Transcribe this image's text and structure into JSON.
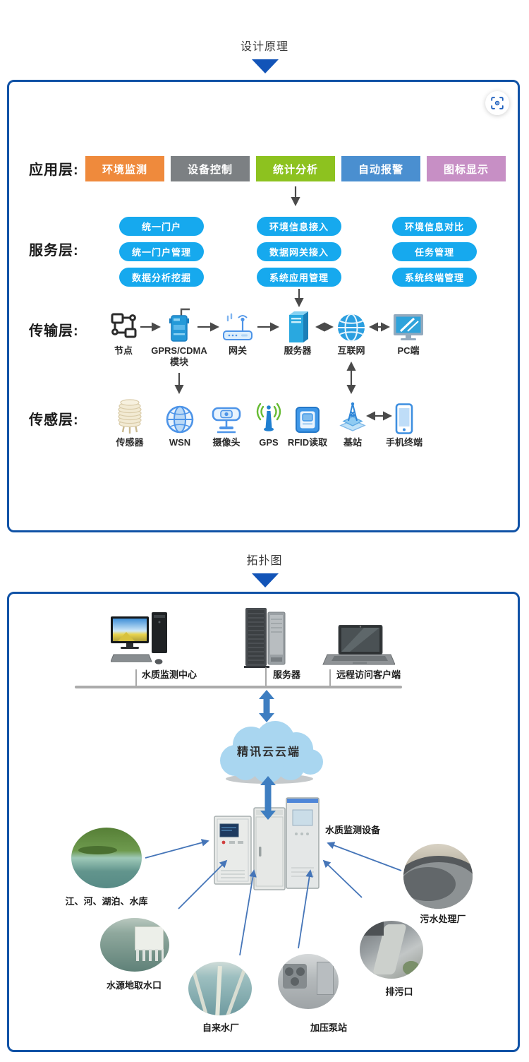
{
  "sections": {
    "design": {
      "title": "设计原理"
    },
    "topology": {
      "title": "拓扑图"
    }
  },
  "design": {
    "application": {
      "label": "应用层:",
      "boxes": [
        {
          "label": "环境监测",
          "color": "#EF8A3C"
        },
        {
          "label": "设备控制",
          "color": "#7C8083"
        },
        {
          "label": "统计分析",
          "color": "#8DC21F"
        },
        {
          "label": "自动报警",
          "color": "#4A8FD0"
        },
        {
          "label": "图标显示",
          "color": "#C78FC5"
        }
      ]
    },
    "service": {
      "label": "服务层:",
      "pill_color": "#16A9EE",
      "columns": [
        [
          "统一门户",
          "统一门户管理",
          "数据分析挖掘"
        ],
        [
          "环境信息接入",
          "数据网关接入",
          "系统应用管理"
        ],
        [
          "环境信息对比",
          "任务管理",
          "系统终端管理"
        ]
      ]
    },
    "transmission": {
      "label": "传输层:",
      "nodes": [
        {
          "label": "节点",
          "icon": "network-nodes-icon"
        },
        {
          "label": "GPRS/CDMA",
          "label2": "模块",
          "icon": "gprs-module-icon"
        },
        {
          "label": "网关",
          "icon": "gateway-icon"
        },
        {
          "label": "服务器",
          "icon": "server-tower-icon"
        },
        {
          "label": "互联网",
          "icon": "internet-globe-icon"
        },
        {
          "label": "PC端",
          "icon": "pc-monitor-icon"
        }
      ]
    },
    "sensing": {
      "label": "传感层:",
      "nodes": [
        {
          "label": "传感器",
          "icon": "sensor-shield-icon"
        },
        {
          "label": "WSN",
          "icon": "wsn-globe-icon"
        },
        {
          "label": "摄像头",
          "icon": "camera-icon"
        },
        {
          "label": "GPS",
          "icon": "gps-antenna-icon"
        },
        {
          "label": "RFID读取",
          "icon": "rfid-reader-icon"
        },
        {
          "label": "基站",
          "icon": "base-station-icon"
        },
        {
          "label": "手机终端",
          "icon": "mobile-phone-icon"
        }
      ]
    }
  },
  "topology": {
    "nodes": [
      {
        "label": "水质监测中心",
        "icon": "desktop-computer-image"
      },
      {
        "label": "服务器",
        "icon": "server-rack-image"
      },
      {
        "label": "远程访问客户端",
        "icon": "laptop-image"
      }
    ],
    "cloud": {
      "label": "精讯云云端"
    },
    "equipment": {
      "label": "水质监测设备"
    },
    "sources": [
      {
        "label": "江、河、湖泊、水库"
      },
      {
        "label": "水源地取水口"
      },
      {
        "label": "自来水厂"
      },
      {
        "label": "加压泵站"
      },
      {
        "label": "排污口"
      },
      {
        "label": "污水处理厂"
      }
    ]
  },
  "colors": {
    "panel_border": "#1052A6",
    "triangle": "#1254B8",
    "gray_arrow": "#4a4a4a",
    "blue_thick_arrow": "#3E7EC1",
    "blue_thin_arrow": "#4575B8",
    "cloud_fill": "#A9D6F0",
    "bus_line": "#ABABAB"
  }
}
